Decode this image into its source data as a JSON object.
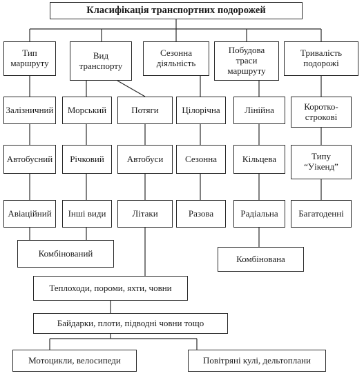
{
  "title": "Класифікація транспортних подорожей",
  "categories": [
    "Тип\nмаршруту",
    "Вид\nтранспорту",
    "Сезонна\nдіяльність",
    "Побудова\nтраси\nмаршруту",
    "Тривалість\nподорожі"
  ],
  "route_type": [
    "Залізничний",
    "Автобусний",
    "Авіаційний",
    "Комбінований"
  ],
  "transport_a": [
    "Морський",
    "Річковий",
    "Інші види"
  ],
  "transport_b": [
    "Потяги",
    "Автобуси",
    "Літаки"
  ],
  "seasonal": [
    "Цілорічна",
    "Сезонна",
    "Разова"
  ],
  "route_construction": [
    "Лінійна",
    "Кільцева",
    "Радіальна",
    "Комбінована"
  ],
  "duration": [
    "Коротко-\nстрокові",
    "Типу\n“Уікенд”",
    "Багатоденні"
  ],
  "other_transport": [
    "Теплоходи, пороми, яхти, човни",
    "Байдарки, плоти, підводні човни тощо",
    "Мотоцикли, велосипеди",
    "Повітряні кулі, дельтоплани"
  ]
}
